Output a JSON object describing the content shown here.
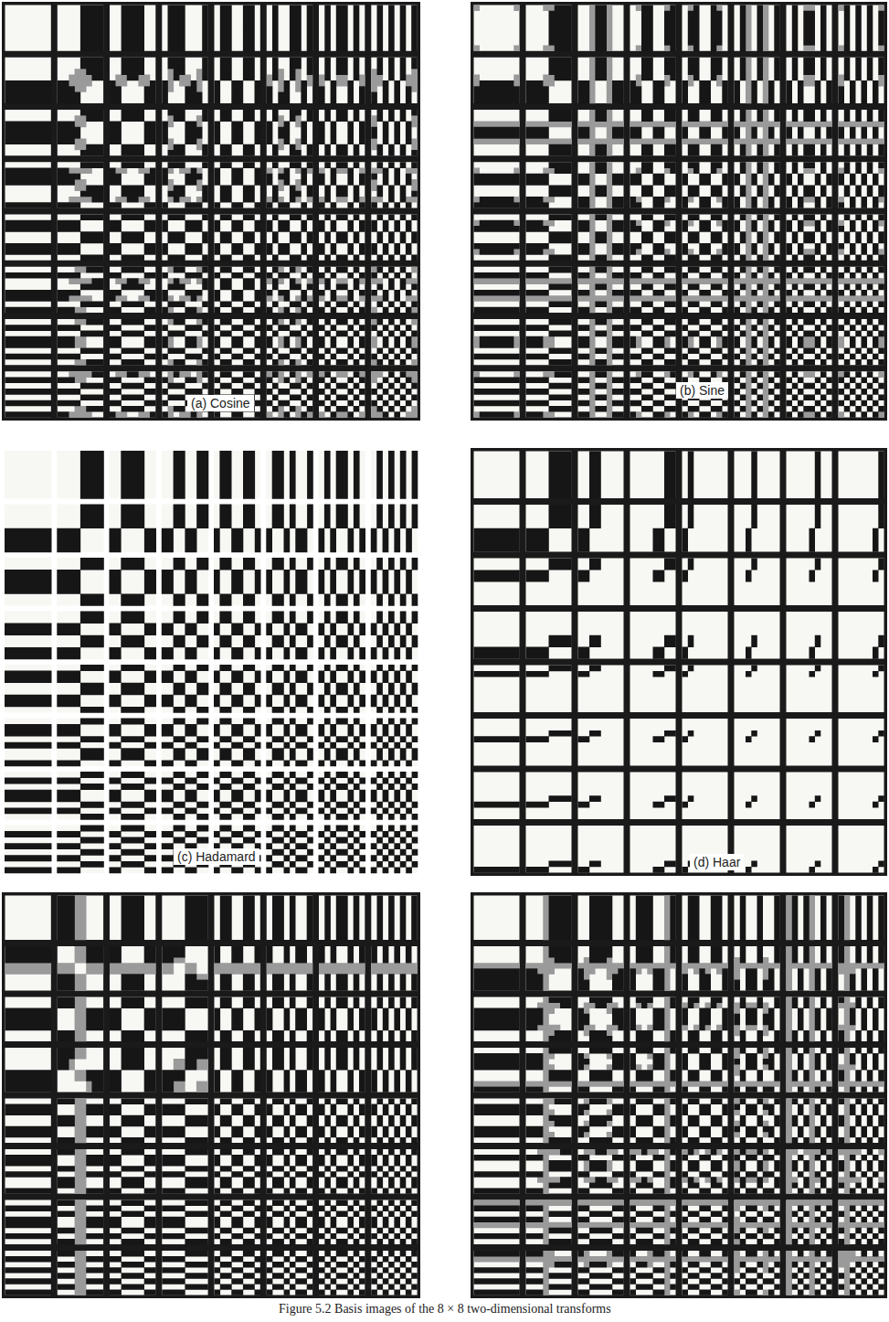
{
  "diagram": {
    "caption": "Figure 5.2 Basis images of the 8 × 8 two-dimensional transforms",
    "labels": [
      "(a) Cosine",
      "(b) Sine",
      "(c) Hadamard",
      "(d) Haar"
    ]
  }
}
